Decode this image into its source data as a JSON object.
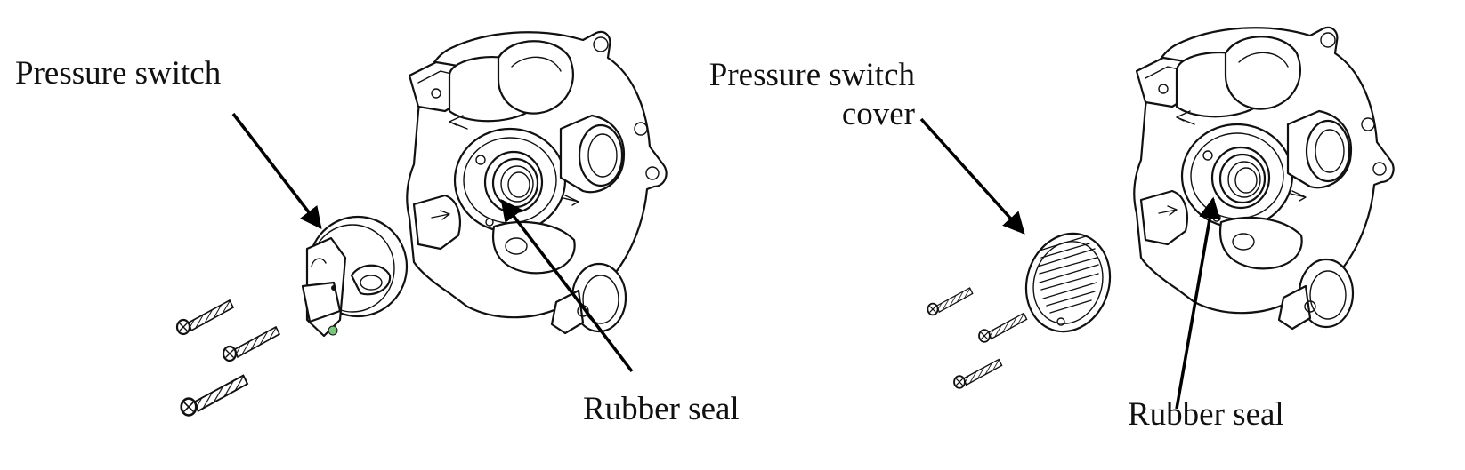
{
  "labels": {
    "left_top": "Pressure switch",
    "left_bottom": "Rubber seal",
    "right_top_line1": "Pressure switch",
    "right_top_line2": "cover",
    "right_bottom": "Rubber seal"
  }
}
